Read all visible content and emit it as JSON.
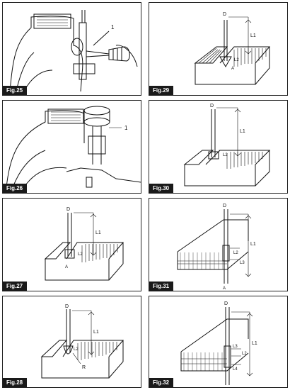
{
  "figures": [
    {
      "caption": "Fig.25",
      "labels": {
        "part": "1"
      }
    },
    {
      "caption": "Fig.29",
      "labels": {
        "d": "D",
        "l1": "L1",
        "l2": "L2",
        "a": "A"
      }
    },
    {
      "caption": "Fig.26",
      "labels": {
        "part": "1"
      }
    },
    {
      "caption": "Fig.30",
      "labels": {
        "d": "D",
        "l1": "L1",
        "l2": "L2"
      }
    },
    {
      "caption": "Fig.27",
      "labels": {
        "d": "D",
        "l1": "L1",
        "l2": "L2",
        "a": "A"
      }
    },
    {
      "caption": "Fig.31",
      "labels": {
        "d": "D",
        "l1": "L1",
        "l2": "L2",
        "l3": "L3",
        "a": "A"
      }
    },
    {
      "caption": "Fig.28",
      "labels": {
        "d": "D",
        "l1": "L1",
        "l2": "L2",
        "r": "R"
      }
    },
    {
      "caption": "Fig.32",
      "labels": {
        "d": "D",
        "l1": "L1",
        "l2": "L2",
        "l3": "L3",
        "l4": "L4"
      }
    }
  ]
}
